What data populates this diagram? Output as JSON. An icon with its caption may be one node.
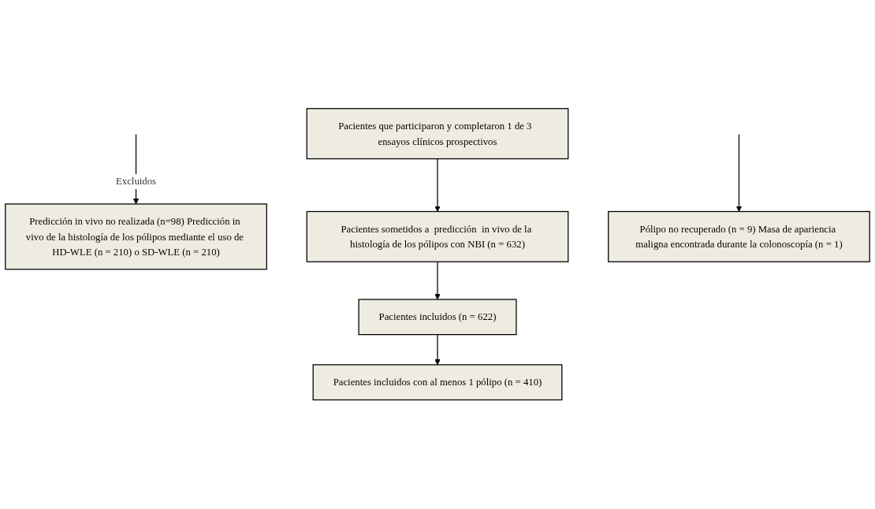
{
  "diagram": {
    "nodes": [
      {
        "text": [
          "Pacientes que participaron y completaron 1 de 3  ensayos clínicos prospectivos"
        ]
      },
      {
        "text": [
          "Predicción in vivo no realizada (n=98) Predicción in vivo de la histología de los pólipos mediante el uso de HD-WLE (n = 210) o SD-WLE (n = 210)"
        ]
      },
      {
        "text": [
          "Pacientes sometidos a  predicción  in vivo de la histología de los pólipos con NBI (n = 632)"
        ]
      },
      {
        "text": [
          "Pólipo no recuperado (n = 9) Masa de apariencia maligna encontrada durante la colonoscopía (n = 1)"
        ]
      },
      {
        "text": [
          "Pacientes incluidos (n = 622)"
        ]
      },
      {
        "text": [
          "Pacientes incluidos con al menos 1 pólipo (n = 410)"
        ]
      }
    ],
    "edges": [
      {
        "from": 0,
        "to": 2,
        "arrow": "to"
      },
      {
        "from": null,
        "to": 1,
        "arrow": "to",
        "label": "Excluidos"
      },
      {
        "from": 2,
        "to": 4,
        "arrow": "to"
      },
      {
        "from": null,
        "to": 3,
        "arrow": "to"
      },
      {
        "from": 4,
        "to": 5,
        "arrow": "to"
      }
    ]
  }
}
